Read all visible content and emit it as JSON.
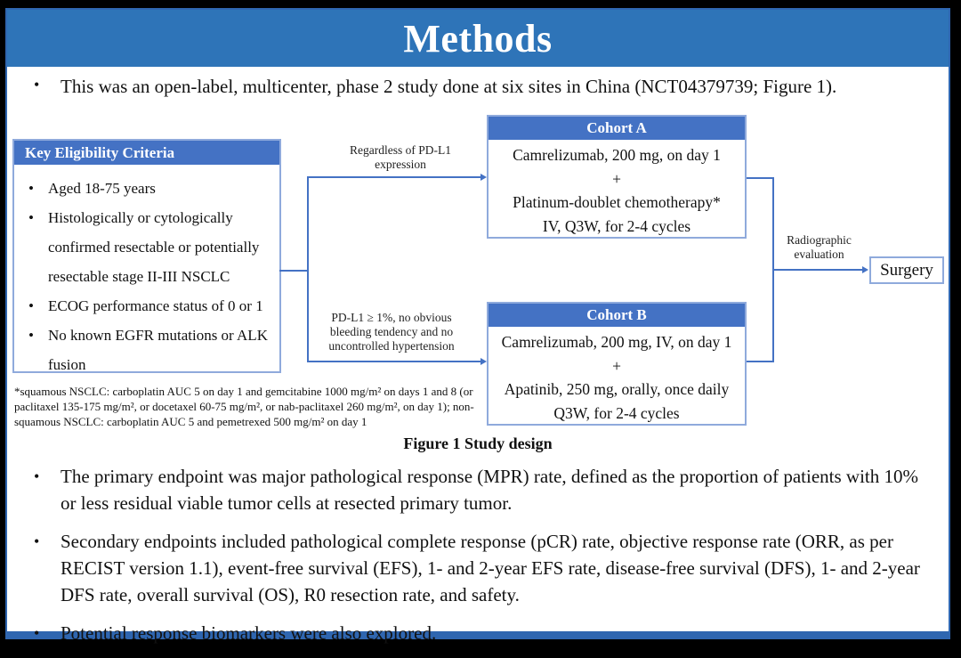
{
  "title": "Methods",
  "intro_bullet": "This was an open-label, multicenter, phase 2 study done at six sites in China (NCT04379739; Figure 1).",
  "colors": {
    "banner_blue": "#2e74b8",
    "header_blue": "#4472c4",
    "box_border_blue": "#8faadc",
    "line_blue": "#4472c4"
  },
  "diagram": {
    "eligibility": {
      "header": "Key  Eligibility Criteria",
      "items": [
        "Aged 18-75 years",
        "Histologically or cytologically confirmed resectable or potentially resectable stage II-III  NSCLC",
        "ECOG performance status of 0 or 1",
        "No known EGFR mutations or ALK fusion"
      ]
    },
    "labels": {
      "top": [
        "Regardless  of PD-L1",
        "expression"
      ],
      "bottom": [
        "PD-L1 ≥ 1%, no obvious",
        "bleeding  tendency  and no",
        "uncontrolled  hypertension"
      ],
      "right": [
        "Radiographic",
        "evaluation"
      ]
    },
    "cohort_a": {
      "header": "Cohort A",
      "lines": [
        "Camrelizumab, 200 mg, on day 1",
        "+",
        "Platinum-doublet chemotherapy*",
        "IV, Q3W, for 2-4 cycles"
      ]
    },
    "cohort_b": {
      "header": "Cohort B",
      "lines": [
        "Camrelizumab, 200 mg, IV, on day 1",
        "+",
        "Apatinib, 250 mg, orally, once daily",
        "Q3W, for 2-4 cycles"
      ]
    },
    "surgery": "Surgery",
    "footnote": "*squamous NSCLC: carboplatin AUC 5 on day 1 and gemcitabine 1000 mg/m² on days 1 and 8 (or paclitaxel 135-175 mg/m², or docetaxel 60-75 mg/m², or nab-paclitaxel 260 mg/m², on day 1); non-squamous NSCLC: carboplatin AUC 5 and pemetrexed 500 mg/m² on day 1",
    "caption": "Figure 1 Study design"
  },
  "bullets": [
    "The primary endpoint was major pathological response (MPR) rate, defined as the proportion of patients with 10% or less residual viable tumor cells at resected primary tumor.",
    "Secondary endpoints included pathological complete response (pCR) rate, objective response rate (ORR, as per RECIST version 1.1), event-free survival (EFS), 1- and 2-year EFS rate, disease-free survival (DFS), 1- and 2-year DFS rate, overall survival (OS), R0 resection rate, and safety.",
    "Potential response biomarkers were also explored."
  ]
}
